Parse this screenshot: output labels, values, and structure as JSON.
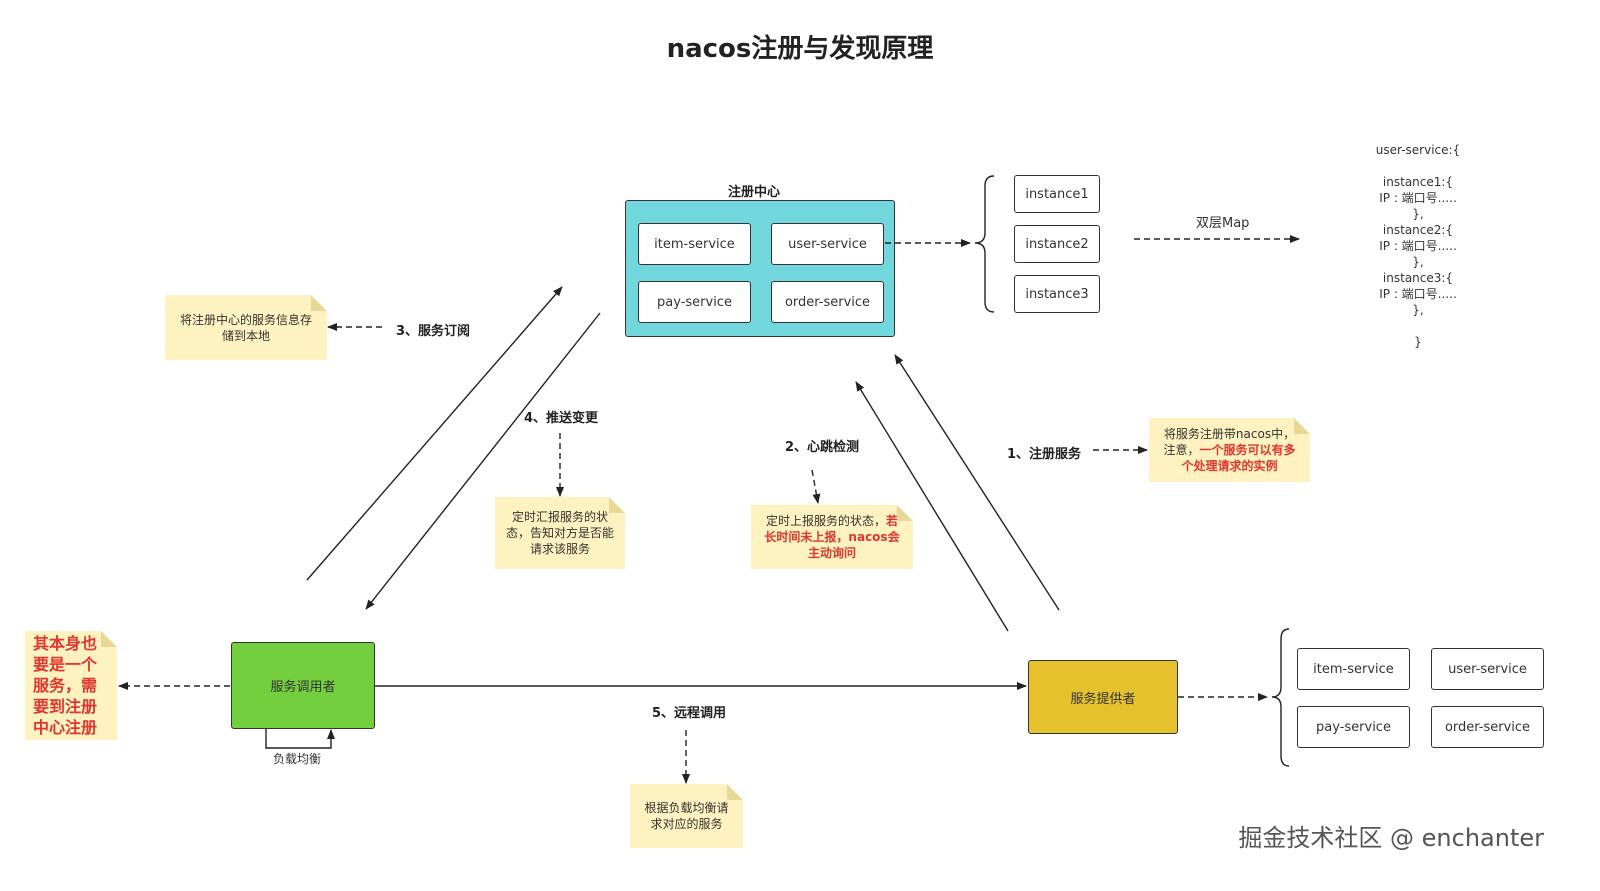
{
  "title": "nacos注册与发现原理",
  "registry": {
    "label": "注册中心",
    "services": [
      "item-service",
      "user-service",
      "pay-service",
      "order-service"
    ]
  },
  "instances": [
    "instance1",
    "instance2",
    "instance3"
  ],
  "double_map_label": "双层Map",
  "user_service_json": "user-service:{\n\ninstance1:{\nIP : 端口号.....\n},\ninstance2:{\nIP : 端口号.....\n},\ninstance3:{\nIP : 端口号.....\n},\n\n}",
  "consumer": {
    "label": "服务调用者",
    "load_balance": "负载均衡"
  },
  "provider": {
    "label": "服务提供者",
    "services": [
      "item-service",
      "user-service",
      "pay-service",
      "order-service"
    ]
  },
  "steps": {
    "register": "1、注册服务",
    "heartbeat": "2、心跳检测",
    "subscribe": "3、服务订阅",
    "push": "4、推送变更",
    "remote_call": "5、远程调用"
  },
  "notes": {
    "subscribe": "将注册中心的服务信息存储到本地",
    "push": "定时汇报服务的状态，告知对方是否能请求该服务",
    "heartbeat_plain": "定时上报服务的状态，",
    "heartbeat_red": "若长时间未上报，nacos会主动询问",
    "register_plain": "将服务注册带nacos中，注意，",
    "register_red": "一个服务可以有多个处理请求的实例",
    "consumer_side": "其本身也要是一个服务，需要到注册中心注册",
    "remote_call": "根据负载均衡请求对应的服务"
  },
  "watermark": "掘金技术社区 @ enchanter"
}
